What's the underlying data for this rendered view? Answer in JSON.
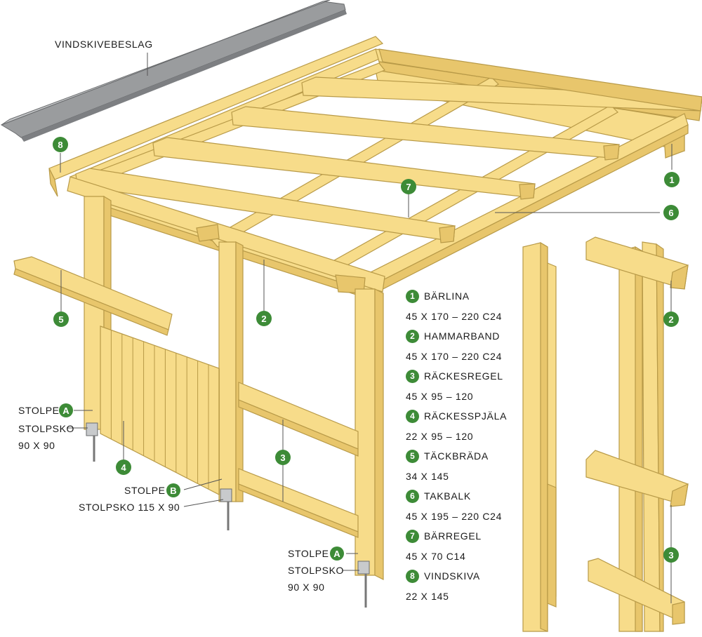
{
  "colors": {
    "badge": "#3d8b37",
    "wood_light": "#f7dc8a",
    "wood_dark": "#e8c66c",
    "wood_edge": "#b89a48",
    "metal": "#8c8f92"
  },
  "labels": {
    "flashing": "VINDSKIVEBESLAG",
    "post_a": "STOLPE",
    "post_b": "STOLPE",
    "shoe": "STOLPSKO",
    "shoe_dim_a": "90 X 90",
    "shoe_b": "STOLPSKO 115 X 90",
    "post_a2": "STOLPE",
    "shoe2": "STOLPSKO",
    "shoe_dim_a2": "90 X 90"
  },
  "badges": {
    "a": "A",
    "b": "B",
    "n1": "1",
    "n2": "2",
    "n3": "3",
    "n4": "4",
    "n5": "5",
    "n6": "6",
    "n7": "7",
    "n8": "8"
  },
  "legend": [
    {
      "num": "1",
      "name": "BÄRLINA",
      "dim": "45 X 170 – 220 C24"
    },
    {
      "num": "2",
      "name": "HAMMARBAND",
      "dim": "45 X 170 – 220 C24"
    },
    {
      "num": "3",
      "name": "RÄCKESREGEL",
      "dim": "45 X 95 – 120"
    },
    {
      "num": "4",
      "name": "RÄCKESSPJÄLA",
      "dim": "22 X 95 – 120"
    },
    {
      "num": "5",
      "name": "TÄCKBRÄDA",
      "dim": "34 X 145"
    },
    {
      "num": "6",
      "name": "TAKBALK",
      "dim": "45 X 195 – 220 C24"
    },
    {
      "num": "7",
      "name": "BÄRREGEL",
      "dim": "45 X 70 C14"
    },
    {
      "num": "8",
      "name": "VINDSKIVA",
      "dim": "22 X 145"
    }
  ]
}
